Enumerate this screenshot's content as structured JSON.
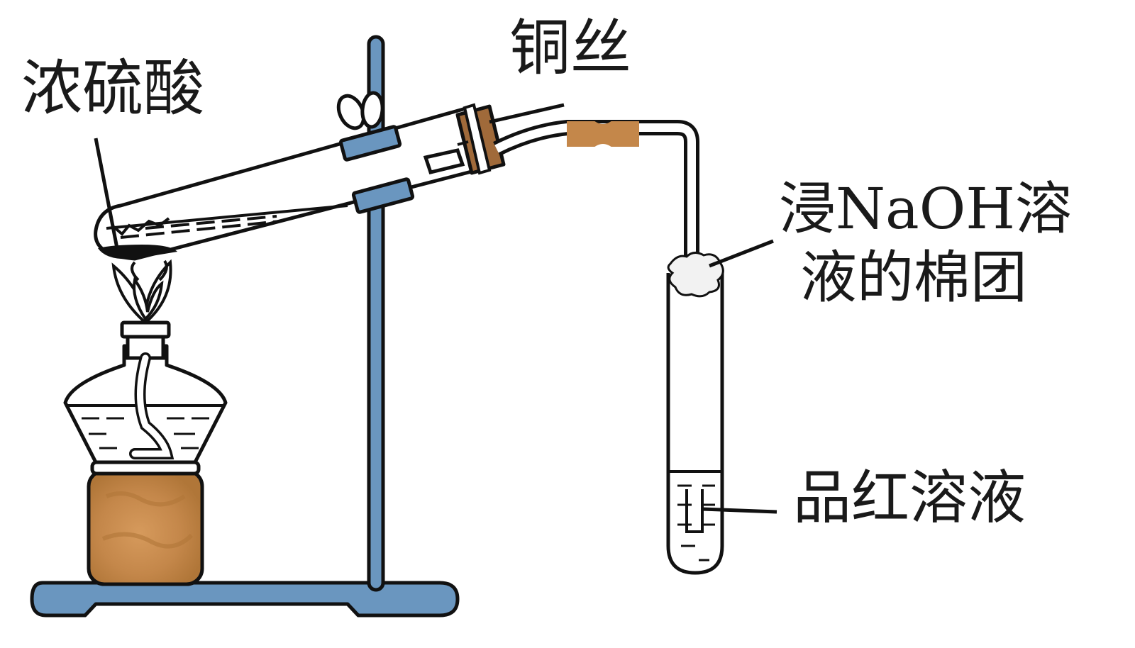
{
  "labels": {
    "acid": "浓硫酸",
    "copper_wire": "铜丝",
    "cotton_line1": "浸NaOH溶",
    "cotton_line2": "液的棉团",
    "dye_solution": "品红溶液"
  },
  "colors": {
    "outline": "#111111",
    "stand_blue": "#6a96bf",
    "rubber_brown": "#c4874a",
    "stopper_brown": "#a06a3a",
    "lamp_base": "#c4874a",
    "cotton": "#f2f2f2"
  }
}
